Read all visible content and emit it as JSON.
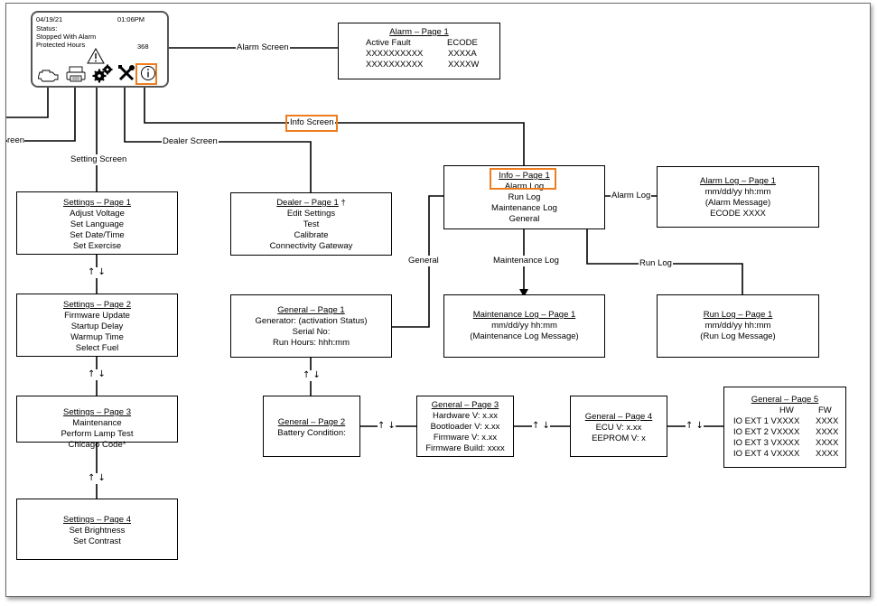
{
  "display": {
    "date": "04/19/21",
    "time": "01:06PM",
    "status_label": "Status:",
    "status_value": "Stopped With Alarm",
    "hours_label": "Protected Hours",
    "hours_value": "368"
  },
  "connectors": {
    "alarm_screen": "Alarm Screen",
    "info_screen": "Info Screen",
    "dealer_screen": "Dealer Screen",
    "setting_screen": "Setting Screen",
    "cut_label": "reen",
    "alarm_log": "Alarm Log",
    "general": "General",
    "maintenance_log": "Maintenance Log",
    "run_log": "Run Log",
    "page_arrows": "↑ ↓",
    "side_arrows": "↑ ↓"
  },
  "alarm_page1": {
    "title": "Alarm – Page 1",
    "col1": [
      "Active Fault",
      "XXXXXXXXXX",
      "XXXXXXXXXX"
    ],
    "col2": [
      "ECODE",
      "XXXXA",
      "XXXXW"
    ]
  },
  "info_page1": {
    "title": "Info – Page 1",
    "lines": [
      "Alarm Log",
      "Run Log",
      "Maintenance Log",
      "General"
    ]
  },
  "alarm_log_page1": {
    "title": "Alarm Log – Page 1",
    "lines": [
      "mm/dd/yy  hh:mm",
      "(Alarm Message)",
      "ECODE  XXXX"
    ]
  },
  "settings_page1": {
    "title": "Settings – Page 1",
    "lines": [
      "Adjust Voltage",
      "Set Language",
      "Set Date/Time",
      "Set Exercise"
    ]
  },
  "settings_page2": {
    "title": "Settings – Page 2",
    "lines": [
      "Firmware Update",
      "Startup Delay",
      "Warmup Time",
      "Select Fuel"
    ]
  },
  "settings_page3": {
    "title": "Settings – Page 3",
    "lines": [
      "Maintenance",
      "Perform Lamp Test",
      "Chicago Code*"
    ]
  },
  "settings_page4": {
    "title": "Settings – Page 4",
    "lines": [
      "Set Brightness",
      "Set Contrast"
    ]
  },
  "dealer_page1": {
    "title": "Dealer – Page 1",
    "dagger": " †",
    "lines": [
      "Edit Settings",
      "Test",
      "Calibrate",
      "Connectivity Gateway"
    ]
  },
  "general_page1": {
    "title": "General – Page 1",
    "lines": [
      "Generator: (activation Status)",
      "Serial No:",
      "Run Hours: hhh:mm"
    ]
  },
  "general_page2": {
    "title": "General – Page 2",
    "lines": [
      "Battery Condition:"
    ]
  },
  "general_page3": {
    "title": "General – Page 3",
    "lines": [
      "Hardware V: x.xx",
      "Bootloader V: x.xx",
      "Firmware V: x.xx",
      "Firmware Build: xxxx"
    ]
  },
  "general_page4": {
    "title": "General – Page 4",
    "lines": [
      "ECU V: x.xx",
      "EEPROM V: x"
    ]
  },
  "general_page5": {
    "title": "General – Page 5",
    "hw": "HW",
    "fw": "FW",
    "rows": [
      {
        "label": "IO EXT 1 V",
        "hw": "XXXX",
        "fw": "XXXX"
      },
      {
        "label": "IO EXT 2 V",
        "hw": "XXXX",
        "fw": "XXXX"
      },
      {
        "label": "IO EXT 3 V",
        "hw": "XXXX",
        "fw": "XXXX"
      },
      {
        "label": "IO EXT 4 V",
        "hw": "XXXX",
        "fw": "XXXX"
      }
    ]
  },
  "maintenance_log_page1": {
    "title": "Maintenance Log – Page 1",
    "lines": [
      "mm/dd/yy  hh:mm",
      "(Maintenance Log Message)"
    ]
  },
  "run_log_page1": {
    "title": "Run Log – Page 1",
    "lines": [
      "mm/dd/yy  hh:mm",
      "(Run Log Message)"
    ]
  },
  "colors": {
    "highlight": "#ee7d1f",
    "line": "#000000"
  },
  "icons": [
    "engine-icon",
    "printer-icon",
    "gears-icon",
    "tools-icon",
    "info-icon",
    "warning-icon"
  ]
}
